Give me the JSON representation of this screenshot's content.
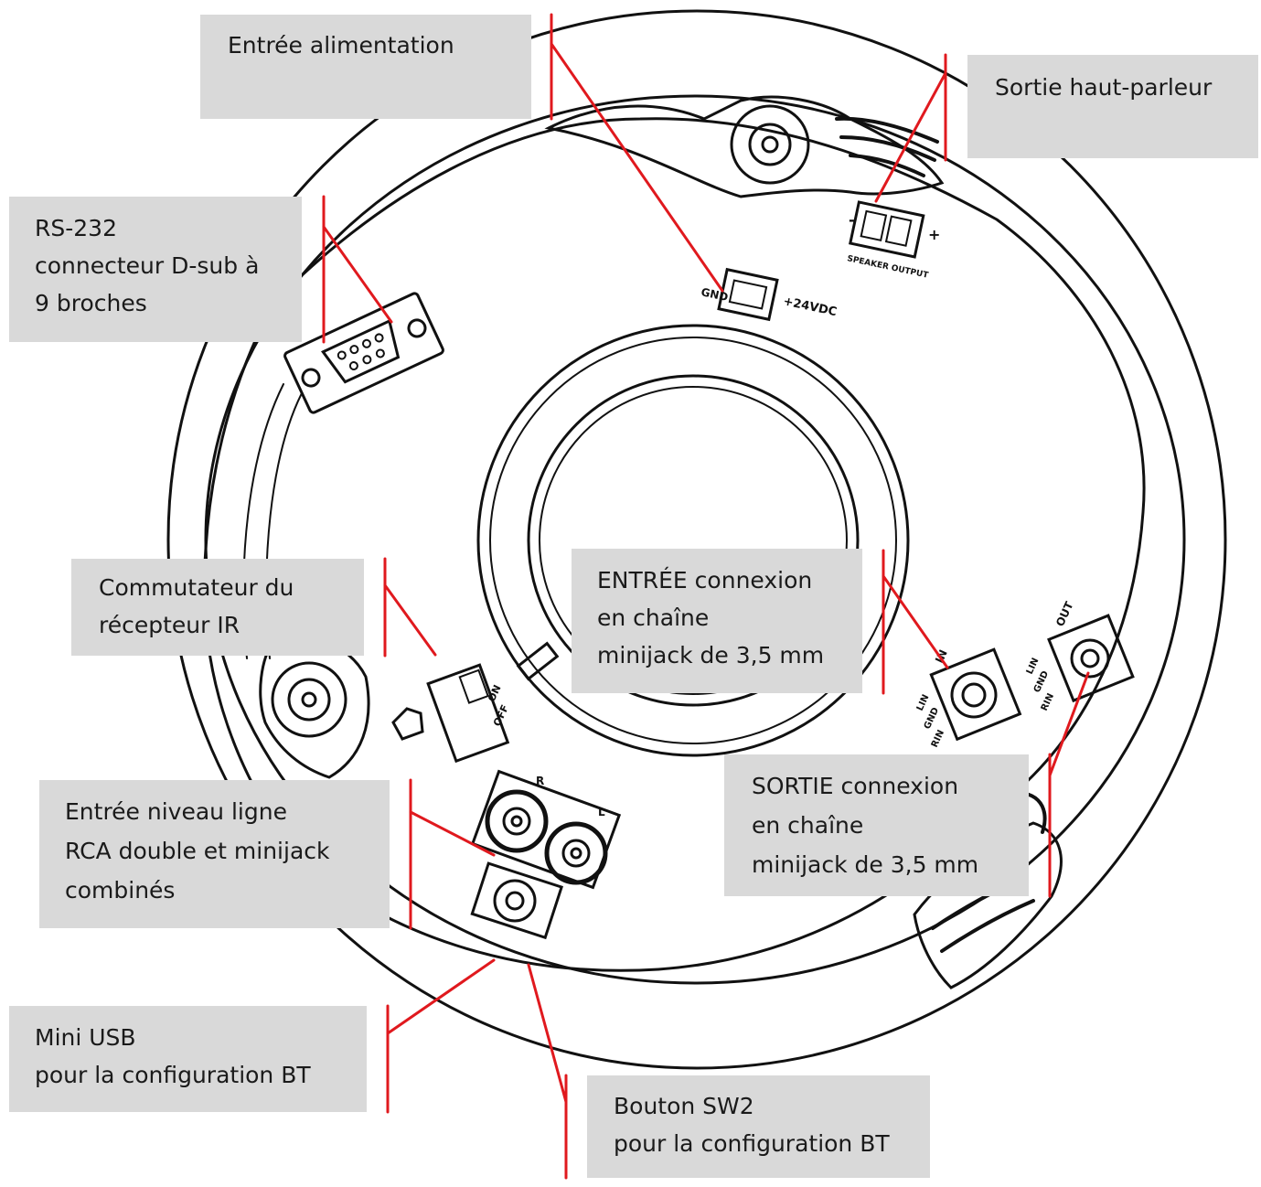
{
  "colors": {
    "callout_bg": "#d9d9d9",
    "leader": "#e0191e",
    "drawing": "#111111",
    "text": "#1a1a1a"
  },
  "device": {
    "board_marks": {
      "power": "+24VDC",
      "power_gnd": "GND",
      "speaker": "SPEAKER OUTPUT",
      "ir_on": "ON",
      "ir_off": "OFF",
      "rca_r": "R",
      "rca_l": "L",
      "daisy_in": "IN",
      "daisy_out": "OUT",
      "pin_labels": [
        "LIN",
        "GND",
        "RIN"
      ]
    }
  },
  "labels": {
    "power": {
      "lines": [
        "Entrée alimentation"
      ]
    },
    "speaker": {
      "lines": [
        "Sortie haut-parleur"
      ]
    },
    "rs232": {
      "lines": [
        "RS-232",
        "connecteur D-sub à",
        "9 broches"
      ]
    },
    "ir_switch": {
      "lines": [
        "Commutateur du",
        "récepteur IR"
      ]
    },
    "daisy_in": {
      "lines": [
        "ENTRÉE connexion",
        "en chaîne",
        "minijack de 3,5 mm"
      ]
    },
    "daisy_out": {
      "lines": [
        "SORTIE connexion",
        "en chaîne",
        "minijack de 3,5 mm"
      ]
    },
    "line_in": {
      "lines": [
        "Entrée niveau ligne",
        "RCA double et minijack",
        "combinés"
      ]
    },
    "mini_usb": {
      "lines": [
        "Mini USB",
        "pour la configuration BT"
      ]
    },
    "sw2": {
      "lines": [
        "Bouton SW2",
        "pour la configuration BT"
      ]
    }
  }
}
